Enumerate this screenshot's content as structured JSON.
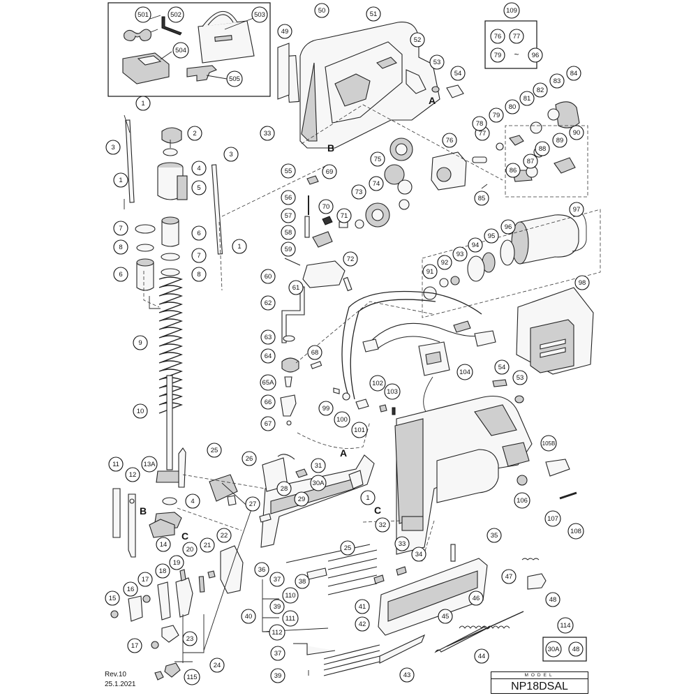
{
  "diagram": {
    "model_caption": "MODEL",
    "model_name": "NP18DSAL",
    "revision": "Rev.10",
    "date": "25.1.2021",
    "ref_letters": [
      "A",
      "B",
      "C"
    ],
    "tilde": "~",
    "group_109": {
      "label": "109",
      "members": [
        "76",
        "77",
        "79",
        "96"
      ]
    },
    "group_114": {
      "label": "114",
      "members": [
        "30A",
        "48"
      ]
    },
    "part_numbers": [
      "1",
      "2",
      "3",
      "4",
      "5",
      "6",
      "7",
      "8",
      "9",
      "10",
      "11",
      "12",
      "13A",
      "14",
      "15",
      "16",
      "17",
      "18",
      "19",
      "20",
      "21",
      "22",
      "23",
      "24",
      "25",
      "26",
      "27",
      "28",
      "29",
      "30A",
      "31",
      "32",
      "33",
      "34",
      "35",
      "36",
      "37",
      "38",
      "39",
      "40",
      "41",
      "42",
      "43",
      "44",
      "45",
      "46",
      "47",
      "48",
      "49",
      "50",
      "51",
      "52",
      "53",
      "54",
      "55",
      "56",
      "57",
      "58",
      "59",
      "60",
      "61",
      "62",
      "63",
      "64",
      "65A",
      "66",
      "67",
      "68",
      "69",
      "70",
      "71",
      "72",
      "73",
      "74",
      "75",
      "76",
      "77",
      "78",
      "79",
      "80",
      "81",
      "82",
      "83",
      "84",
      "85",
      "86",
      "87",
      "88",
      "89",
      "90",
      "91",
      "92",
      "93",
      "94",
      "95",
      "96",
      "97",
      "98",
      "99",
      "100",
      "101",
      "102",
      "103",
      "104",
      "105B",
      "106",
      "107",
      "108",
      "110",
      "111",
      "112",
      "115",
      "501",
      "502",
      "503",
      "504",
      "505"
    ],
    "icons": [
      "safety-glasses-icon",
      "hex-key-icon",
      "tool-bag-icon",
      "battery-charger-icon",
      "belt-hook-icon",
      "battery-pack-icon",
      "motor-icon",
      "nailer-housing-icon"
    ]
  }
}
